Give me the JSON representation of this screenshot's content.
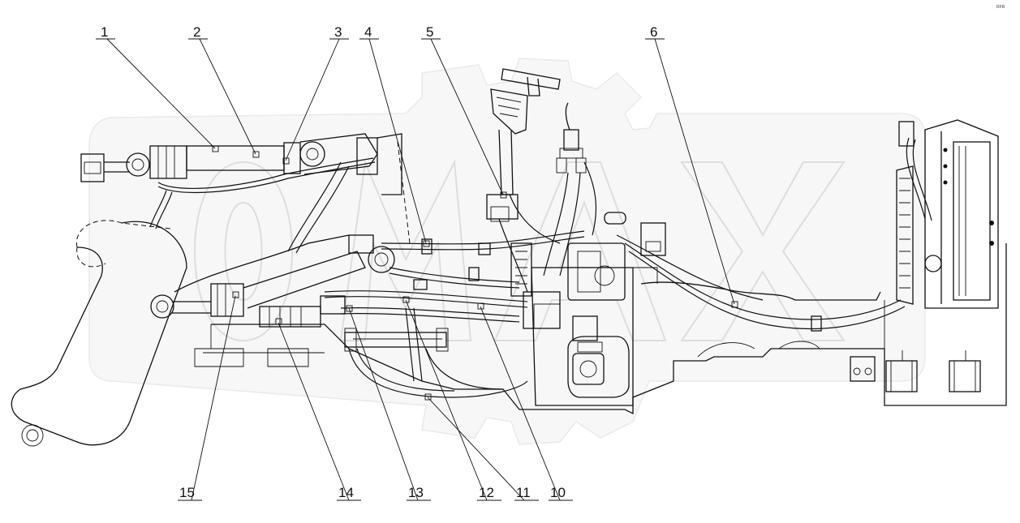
{
  "callouts": [
    {
      "label": "1"
    },
    {
      "label": "2"
    },
    {
      "label": "3"
    },
    {
      "label": "4"
    },
    {
      "label": "5"
    },
    {
      "label": "6"
    },
    {
      "label": "15"
    },
    {
      "label": "14"
    },
    {
      "label": "13"
    },
    {
      "label": "12"
    },
    {
      "label": "11"
    },
    {
      "label": "10"
    }
  ],
  "watermark": {
    "text": "OMAX",
    "color": "#d0d0d0"
  },
  "corner_stamp": {
    "text": "RFR"
  },
  "colors": {
    "line": "#111111",
    "background": "#ffffff"
  }
}
